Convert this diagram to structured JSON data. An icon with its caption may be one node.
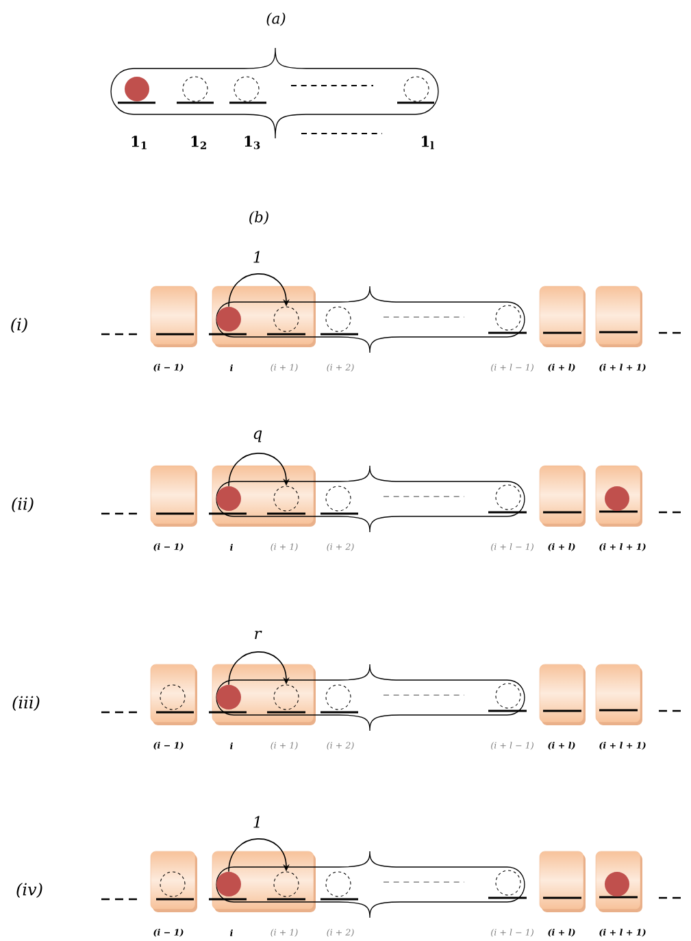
{
  "diagram": {
    "nodes": [
      {
        "text": [],
        "shape": "circle"
      },
      {
        "text": [],
        "shape": "circle"
      },
      {
        "text": [],
        "shape": "circle"
      },
      {
        "text": [],
        "shape": "circle"
      },
      {
        "text": [],
        "shape": "circle"
      },
      {
        "text": [],
        "shape": "circle"
      },
      {
        "text": [],
        "shape": "circle"
      },
      {
        "text": [],
        "shape": "circle"
      },
      {
        "text": [],
        "shape": "circle"
      },
      {
        "text": [],
        "shape": "circle"
      },
      {
        "text": [],
        "shape": "circle"
      },
      {
        "text": [],
        "shape": "circle"
      },
      {
        "text": [],
        "shape": "circle"
      },
      {
        "text": [],
        "shape": "circle"
      },
      {
        "text": [],
        "shape": "circle"
      },
      {
        "text": [],
        "shape": "circle"
      },
      {
        "text": [],
        "shape": "circle"
      },
      {
        "text": [],
        "shape": "circle"
      },
      {
        "text": [],
        "shape": "circle"
      },
      {
        "text": [],
        "shape": "circle"
      },
      {
        "text": [],
        "shape": "circle"
      },
      {
        "text": [],
        "shape": "circle"
      },
      {
        "text": [],
        "shape": "circle"
      },
      {
        "text": [],
        "shape": "circle"
      }
    ],
    "edges": [
      {
        "from": 4,
        "to": 5,
        "arrow": "to",
        "label": "1"
      },
      {
        "from": 8,
        "to": 9,
        "arrow": "to",
        "label": "q"
      },
      {
        "from": 14,
        "to": 15,
        "arrow": "to",
        "label": "r"
      },
      {
        "from": 19,
        "to": 20,
        "arrow": "to",
        "label": "1"
      }
    ],
    "labels": [
      "(a)",
      "1$_{1}$",
      "1$_{2}$",
      "1$_{3}$",
      "1$_{l}$",
      "(b)",
      "(i)",
      "(i − 1)",
      "i",
      "(i + 1)",
      "(i + 2)",
      "(i + l − 1)",
      "(i + l)",
      "(i + l + 1)",
      "(ii)",
      "(i − 1)",
      "i",
      "(i + 1)",
      "(i + 2)",
      "(i + l − 1)",
      "(i + l)",
      "(i + l + 1)",
      "(iii)",
      "(i − 1)",
      "i",
      "(i + 1)",
      "(i + 2)",
      "(i + l − 1)",
      "(i + l)",
      "(i + l + 1)",
      "(iv)",
      "(i − 1)",
      "i",
      "(i + 1)",
      "(i + 2)",
      "(i + l − 1)",
      "(i + l)",
      "(i + l + 1)"
    ]
  }
}
